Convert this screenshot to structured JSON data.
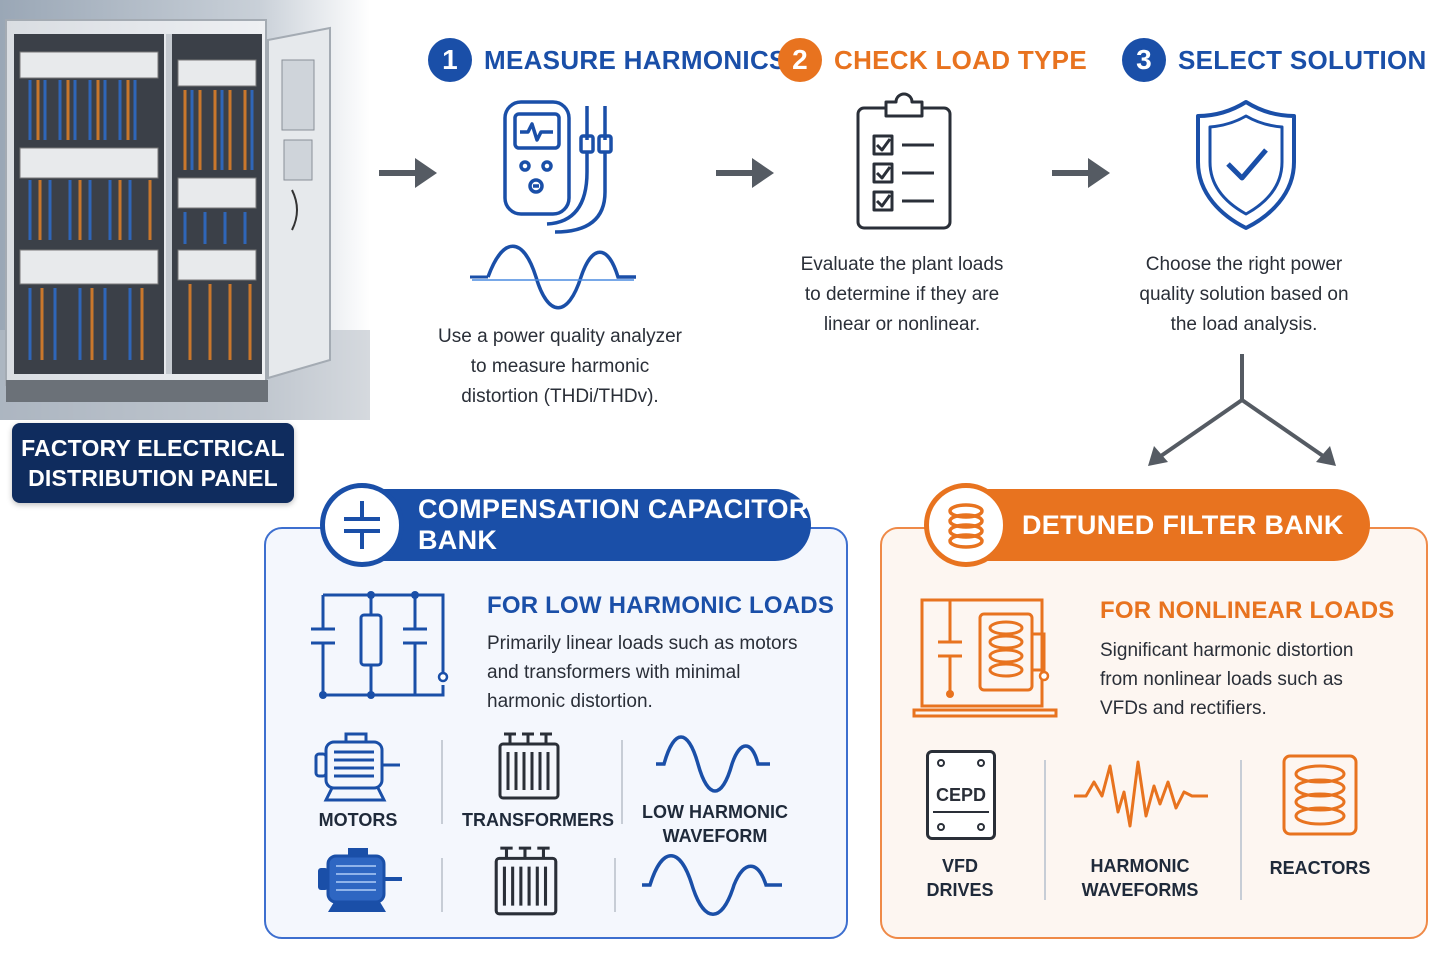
{
  "panel": {
    "badge_line1": "FACTORY ELECTRICAL",
    "badge_line2": "DISTRIBUTION PANEL"
  },
  "steps": [
    {
      "number": "1",
      "title": "MEASURE HARMONICS",
      "desc": [
        "Use a power quality analyzer",
        "to measure harmonic",
        "distortion (THDi/THDv)."
      ]
    },
    {
      "number": "2",
      "title": "CHECK LOAD TYPE",
      "desc": [
        "Evaluate the plant loads",
        "to determine if they are",
        "linear or nonlinear."
      ]
    },
    {
      "number": "3",
      "title": "SELECT SOLUTION",
      "desc": [
        "Choose the right power",
        "quality solution based on",
        "the load analysis."
      ]
    }
  ],
  "left_box": {
    "banner": "COMPENSATION CAPACITOR BANK",
    "subtitle": "FOR LOW HARMONIC LOADS",
    "desc": [
      "Primarily linear loads such as motors",
      "and transformers with minimal",
      "harmonic distortion."
    ],
    "items": [
      {
        "label": "MOTORS",
        "icon": "motor-icon"
      },
      {
        "label": "TRANSFORMERS",
        "icon": "transformer-icon"
      },
      {
        "label_line1": "LOW HARMONIC",
        "label_line2": "WAVEFORM",
        "icon": "sine-wave-icon"
      }
    ]
  },
  "right_box": {
    "banner": "DETUNED FILTER BANK",
    "subtitle": "FOR NONLINEAR LOADS",
    "desc": [
      "Significant harmonic distortion",
      "from nonlinear loads such as",
      "VFDs and rectifiers."
    ],
    "items": [
      {
        "label_line1": "VFD",
        "label_line2": "DRIVES",
        "icon": "vfd-drive-icon",
        "icon_text": "CEPD"
      },
      {
        "label_line1": "HARMONIC",
        "label_line2": "WAVEFORMS",
        "icon": "distorted-wave-icon"
      },
      {
        "label": "REACTORS",
        "icon": "reactor-coil-icon"
      }
    ]
  },
  "colors": {
    "blue": "#1a4fa8",
    "orange": "#e8731f",
    "navy": "#0f2c5e",
    "arrow": "#555b63"
  }
}
